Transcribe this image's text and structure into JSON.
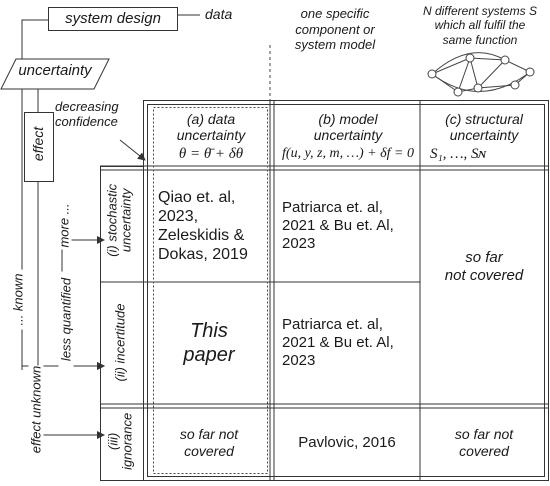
{
  "top": {
    "system_design": "system design",
    "data": "data",
    "uncertainty": "uncertainty",
    "one_specific": [
      "one specific",
      "component or",
      "system model"
    ],
    "n_systems": [
      "N different systems S",
      "which all fulfil the",
      "same function"
    ]
  },
  "side": {
    "effect": "effect",
    "decreasing_confidence": [
      "decreasing",
      "confidence"
    ],
    "known": "... known",
    "effect_unknown": "effect unknown",
    "more": "more ...",
    "less_quantified": "less quantified"
  },
  "columns": [
    {
      "label": [
        "(a)  data",
        "uncertainty"
      ],
      "formula": "θ = θ̄ + δθ"
    },
    {
      "label": [
        "(b) model",
        "uncertainty"
      ],
      "formula": "f(u, y, z, m, …) + δf = 0"
    },
    {
      "label": [
        "(c) structural",
        "uncertainty"
      ],
      "formula": "S₁, …, Sɴ"
    }
  ],
  "rows": [
    {
      "label": [
        "(i) stochastic",
        "uncertainty"
      ]
    },
    {
      "label": [
        "(ii) incertitude"
      ]
    },
    {
      "label": [
        "(iii)",
        "ignorance"
      ]
    }
  ],
  "cells": {
    "r1a": [
      "Qiao et. al,",
      "2023,",
      "Zeleskidis &",
      "Dokas, 2019"
    ],
    "r1b": [
      "Patriarca et. al,",
      "2021 & Bu et. Al,",
      "2023"
    ],
    "r2a": [
      "This",
      "paper"
    ],
    "r2b": [
      "Patriarca et. al,",
      "2021 & Bu et. Al,",
      "2023"
    ],
    "r12c": [
      "so far",
      "not covered"
    ],
    "r3a": [
      "so far not",
      "covered"
    ],
    "r3b": [
      "Pavlovic, 2016"
    ],
    "r3c": [
      "so far not",
      "covered"
    ]
  }
}
